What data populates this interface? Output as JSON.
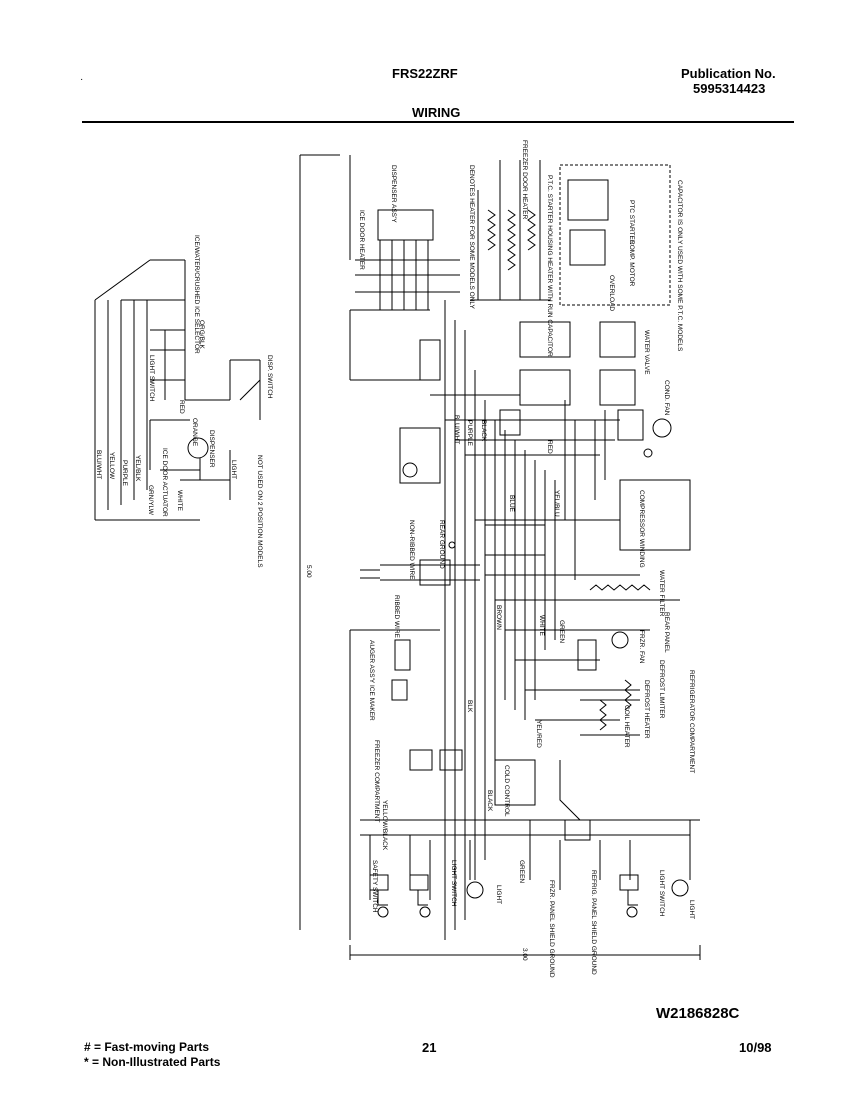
{
  "header": {
    "model": "FRS22ZRF",
    "publication_label": "Publication No.",
    "publication_number": "5995314423",
    "section_title": "WIRING"
  },
  "diagram": {
    "labels": {
      "ice_door_heater": "ICE DOOR HEATER",
      "dispenser_assy": "DISPENSER ASS'Y",
      "ice_water_crushed_selector": "ICE/WATER/CRUSHED ICE SELECTOR",
      "light_switch_top": "LIGHT SWITCH",
      "disp_switch": "DISP. SWITCH",
      "ice_door_actuator": "ICE DOOR ACTUATOR",
      "dispenser": "DISPENSER",
      "light_top": "LIGHT",
      "not_used": "NOT USED ON 2 POSITION MODELS",
      "dimension_right": "5.00",
      "dimension_bottom": "3.00",
      "freezer_compartment": "FREEZER COMPARTMENT",
      "refrigerator_compartment": "REFRIGERATOR COMPARTMENT",
      "compressor_winding": "COMPRESSOR WINDING",
      "water_filter": "WATER FILTER",
      "cond_fan": "COND. FAN",
      "defrost_heater": "DEFROST HEATER",
      "defrost_limiter": "DEFROST LIMITER",
      "coil_heater": "COIL HEATER",
      "auger_assy": "AUGER ASS'Y",
      "ice_maker": "ICE MAKER",
      "cold_control": "COLD CONTROL",
      "safety_switch": "SAFETY SWITCH",
      "light_switch_fz": "LIGHT SWITCH",
      "light_fz": "LIGHT",
      "frz_panel_shield_ground": "FRZR. PANEL SHIELD GROUND",
      "refrig_panel_shield_ground": "REFRIG. PANEL SHIELD GROUND",
      "light_switch_rf": "LIGHT SWITCH",
      "light_rf": "LIGHT",
      "capacitor_note": "CAPACITOR IS ONLY USED WITH SOME P.T.C. MODELS",
      "ptc_starter": "PTC STARTER",
      "comp_motor": "COMP. MOTOR",
      "overload": "OVERLOAD",
      "ptc_starter_housing": "P.T.C. STARTER HOUSING HEATER WITH RUN CAPACITOR",
      "freezer_door_heater": "FREEZER DOOR HEATER",
      "denotes_heater": "DENOTES HEATER FOR SOME MODELS ONLY",
      "rear_panel": "REAR PANEL",
      "rear_ground": "REAR GROUND",
      "water_valve": "WATER VALVE",
      "ribbed_wire": "RIBBED WIRE",
      "non_ribbed_wire": "NON-RIBBED WIRE",
      "frz_fan": "FRZR. FAN",
      "wire_white": "WHITE",
      "wire_black": "BLACK",
      "wire_yellow": "YELLOW",
      "wire_purple": "PURPLE",
      "wire_orange": "ORANGE",
      "wire_green": "GREEN",
      "wire_blue": "BLUE",
      "wire_brown": "BROWN",
      "wire_red": "RED",
      "wire_blk": "BLK",
      "wire_bluwht": "BLU/WHT",
      "wire_yelblk": "YEL/BLK",
      "wire_yelred": "YEL/RED",
      "wire_yelblu": "YEL/BLU",
      "wire_yellowblack": "YELLOW/BLACK",
      "wire_grnylw": "GRN/YLW",
      "wire_orgblk": "ORG/BLK"
    }
  },
  "footer": {
    "diagram_code": "W2186828C",
    "legend_fast": "#  =  Fast-moving Parts",
    "legend_non": "*  =  Non-Illustrated Parts",
    "page_number": "21",
    "date": "10/98"
  }
}
